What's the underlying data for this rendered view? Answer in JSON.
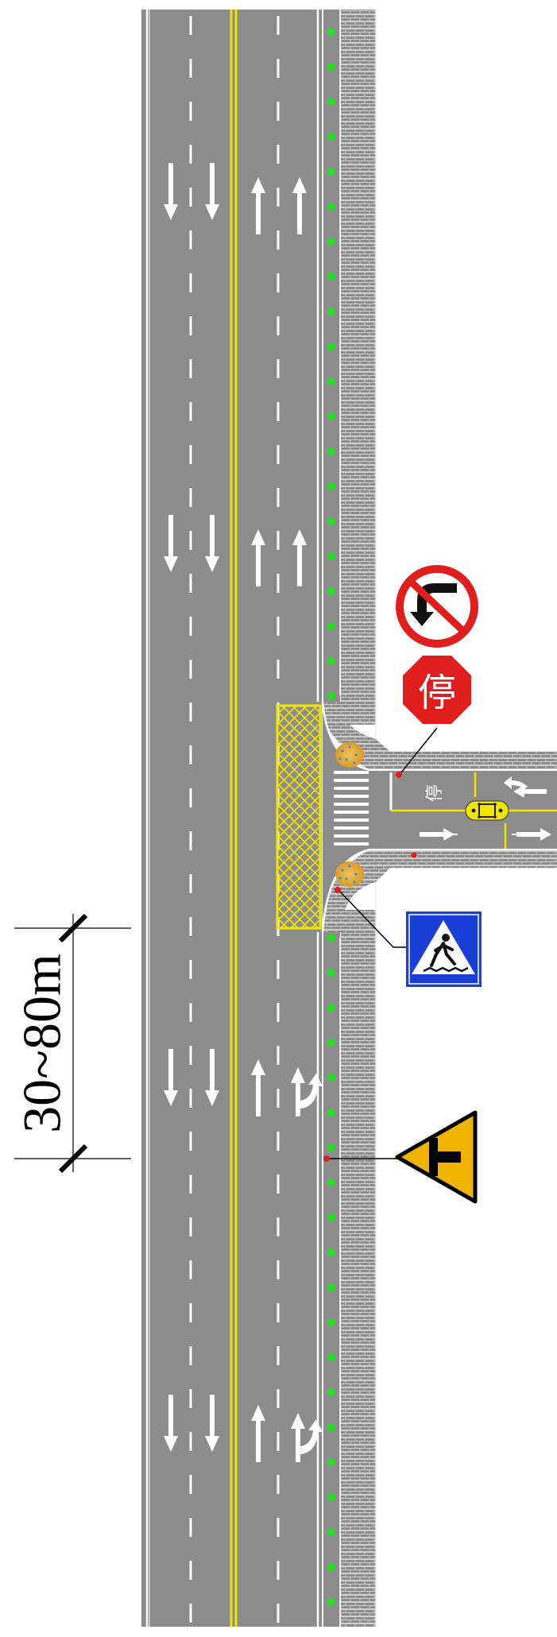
{
  "diagram": {
    "dimension_label": "30~80m",
    "stop_sign_text": "停",
    "side_road_text": "停",
    "colors": {
      "road": "#8c8c8c",
      "sidewalk": "#8a8a8a",
      "centerline": "#f2e600",
      "greenery": "#22dd22",
      "no_parking_grid": "#f2e600",
      "sign_red": "#e01e1e",
      "sign_blue": "#1a3fd6",
      "warning_yellow": "#f0b400"
    },
    "signs": [
      {
        "id": "no-left-turn",
        "icon": "no-left-turn-sign-icon"
      },
      {
        "id": "stop",
        "icon": "stop-sign-icon"
      },
      {
        "id": "pedestrian-crossing",
        "icon": "pedestrian-crossing-sign-icon"
      },
      {
        "id": "t-intersection-warning",
        "icon": "t-junction-warning-sign-icon"
      }
    ]
  }
}
